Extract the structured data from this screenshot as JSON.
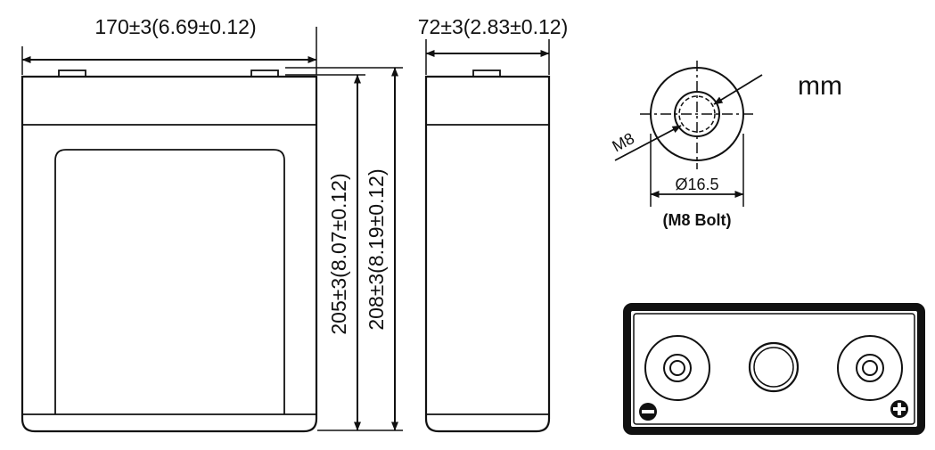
{
  "front_view": {
    "width_label": "170±3(6.69±0.12)",
    "height_label": "205±3(8.07±0.12)",
    "total_height_label": "208±3(8.19±0.12)"
  },
  "side_view": {
    "depth_label": "72±3(2.83±0.12)"
  },
  "terminal_detail": {
    "unit": "mm",
    "thread_label": "M8",
    "diameter_label": "Ø16.5",
    "caption": "(M8 Bolt)"
  },
  "top_view": {
    "negative_symbol": "negative",
    "positive_symbol": "positive"
  },
  "colors": {
    "line": "#111111",
    "background": "#ffffff"
  }
}
